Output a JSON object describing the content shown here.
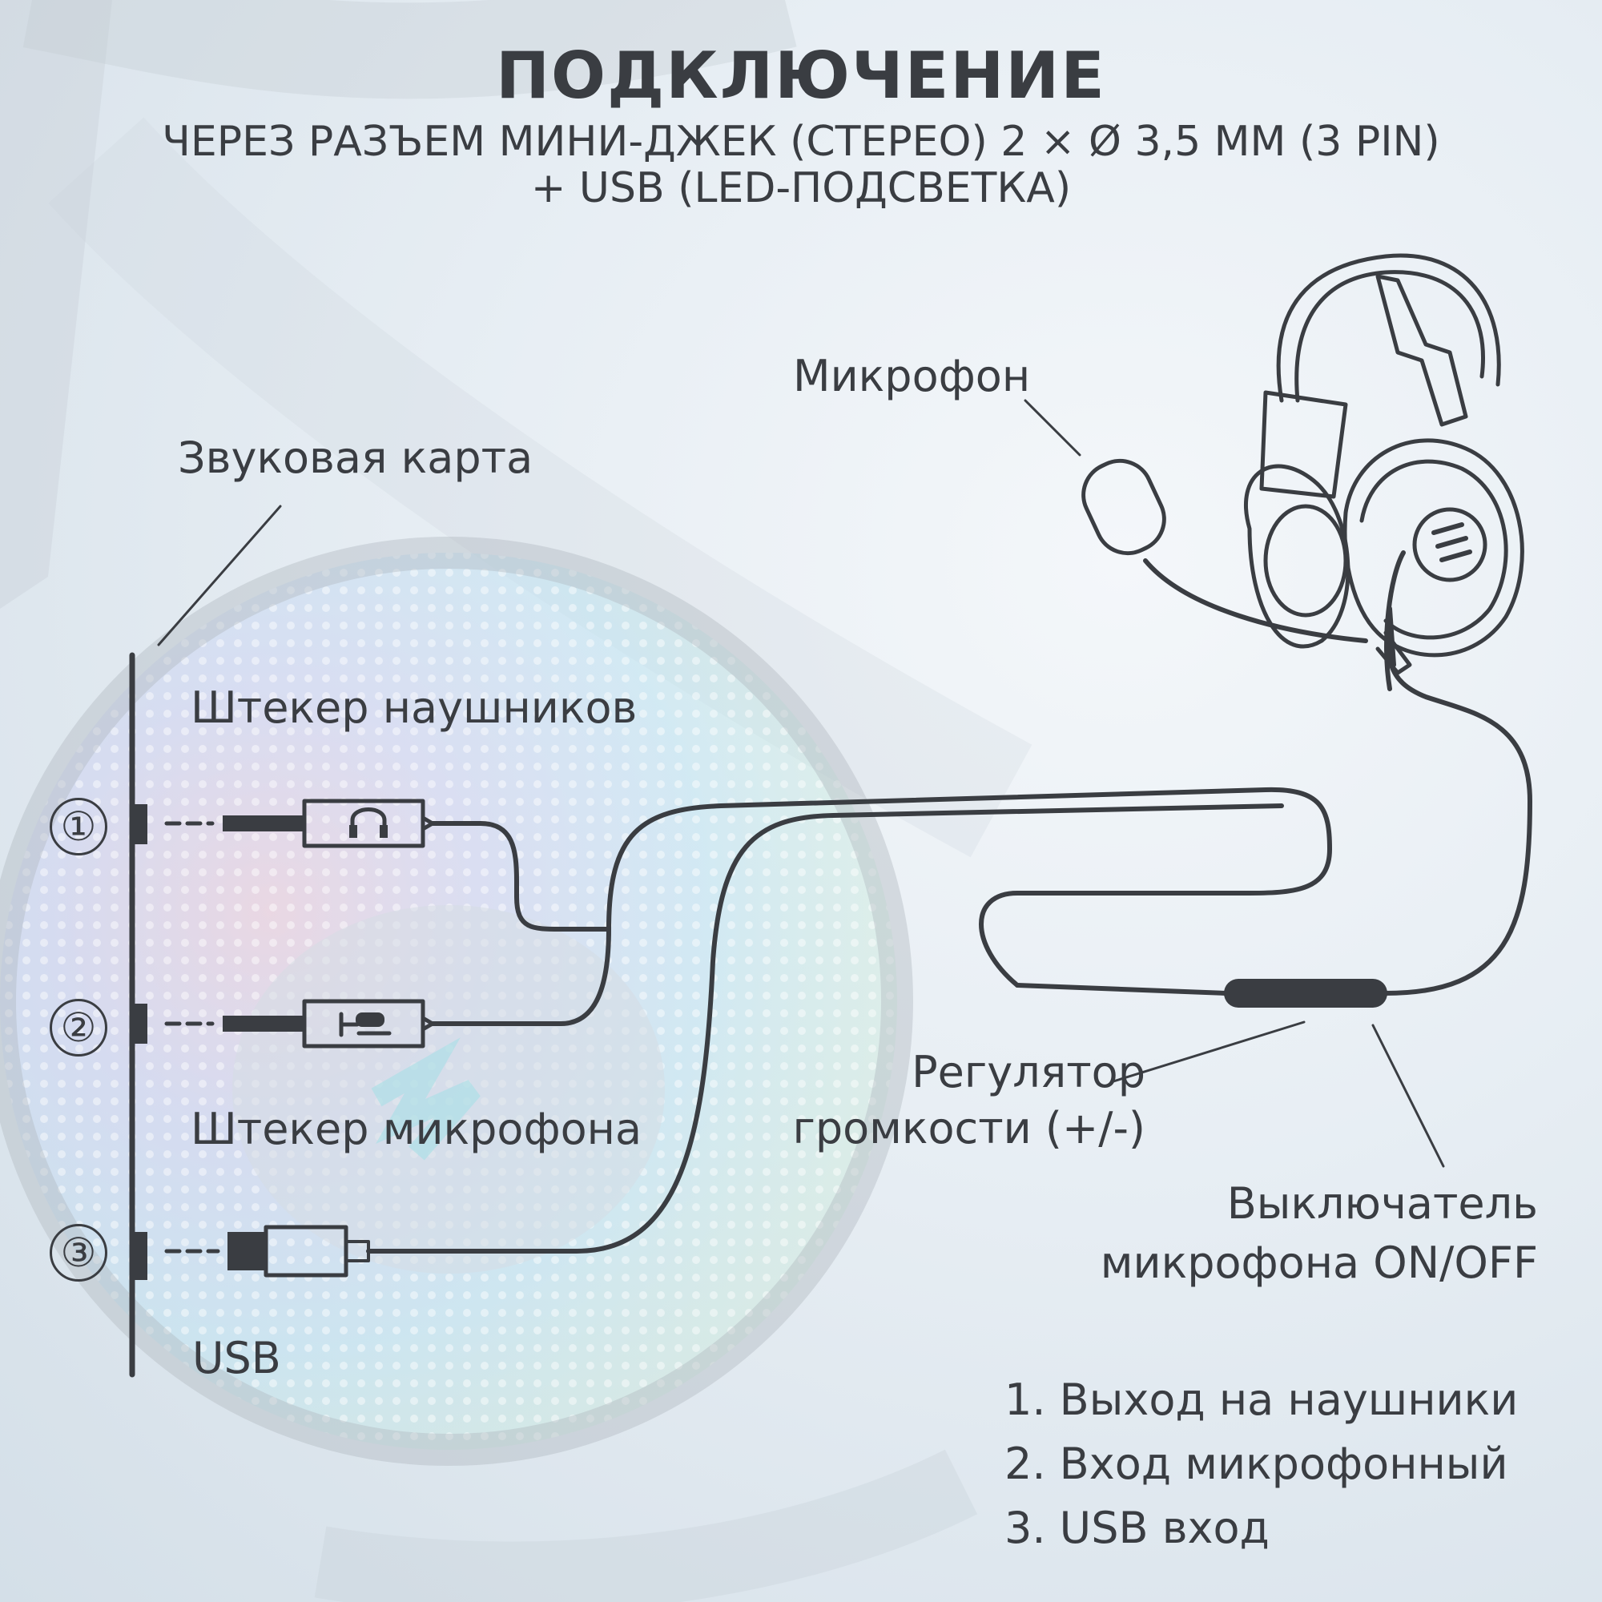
{
  "header": {
    "title": "ПОДКЛЮЧЕНИЕ",
    "subtitle_line1": "ЧЕРЕЗ РАЗЪЕМ МИНИ-ДЖЕК (СТЕРЕО) 2 × Ø 3,5 ММ (3 PIN)",
    "subtitle_line2": "+ USB (LED-ПОДСВЕТКА)"
  },
  "labels": {
    "sound_card": "Звуковая карта",
    "microphone": "Микрофон",
    "headphone_plug": "Штекер наушников",
    "mic_plug": "Штекер микрофона",
    "usb": "USB",
    "volume_line1": "Регулятор",
    "volume_line2": "громкости (+/-)",
    "mic_switch_line1": "Выключатель",
    "mic_switch_line2": "микрофона ON/OFF"
  },
  "ports": [
    {
      "number": "①"
    },
    {
      "number": "②"
    },
    {
      "number": "③"
    }
  ],
  "legend": [
    {
      "text": "1. Выход на наушники"
    },
    {
      "text": "2. Вход микрофонный"
    },
    {
      "text": "3. USB вход"
    }
  ],
  "icons": [
    "headphones-icon",
    "microphone-icon",
    "headset-icon",
    "brand-logo-icon"
  ],
  "colors": {
    "line": "#3a3d42",
    "background": "#e6edf3"
  }
}
